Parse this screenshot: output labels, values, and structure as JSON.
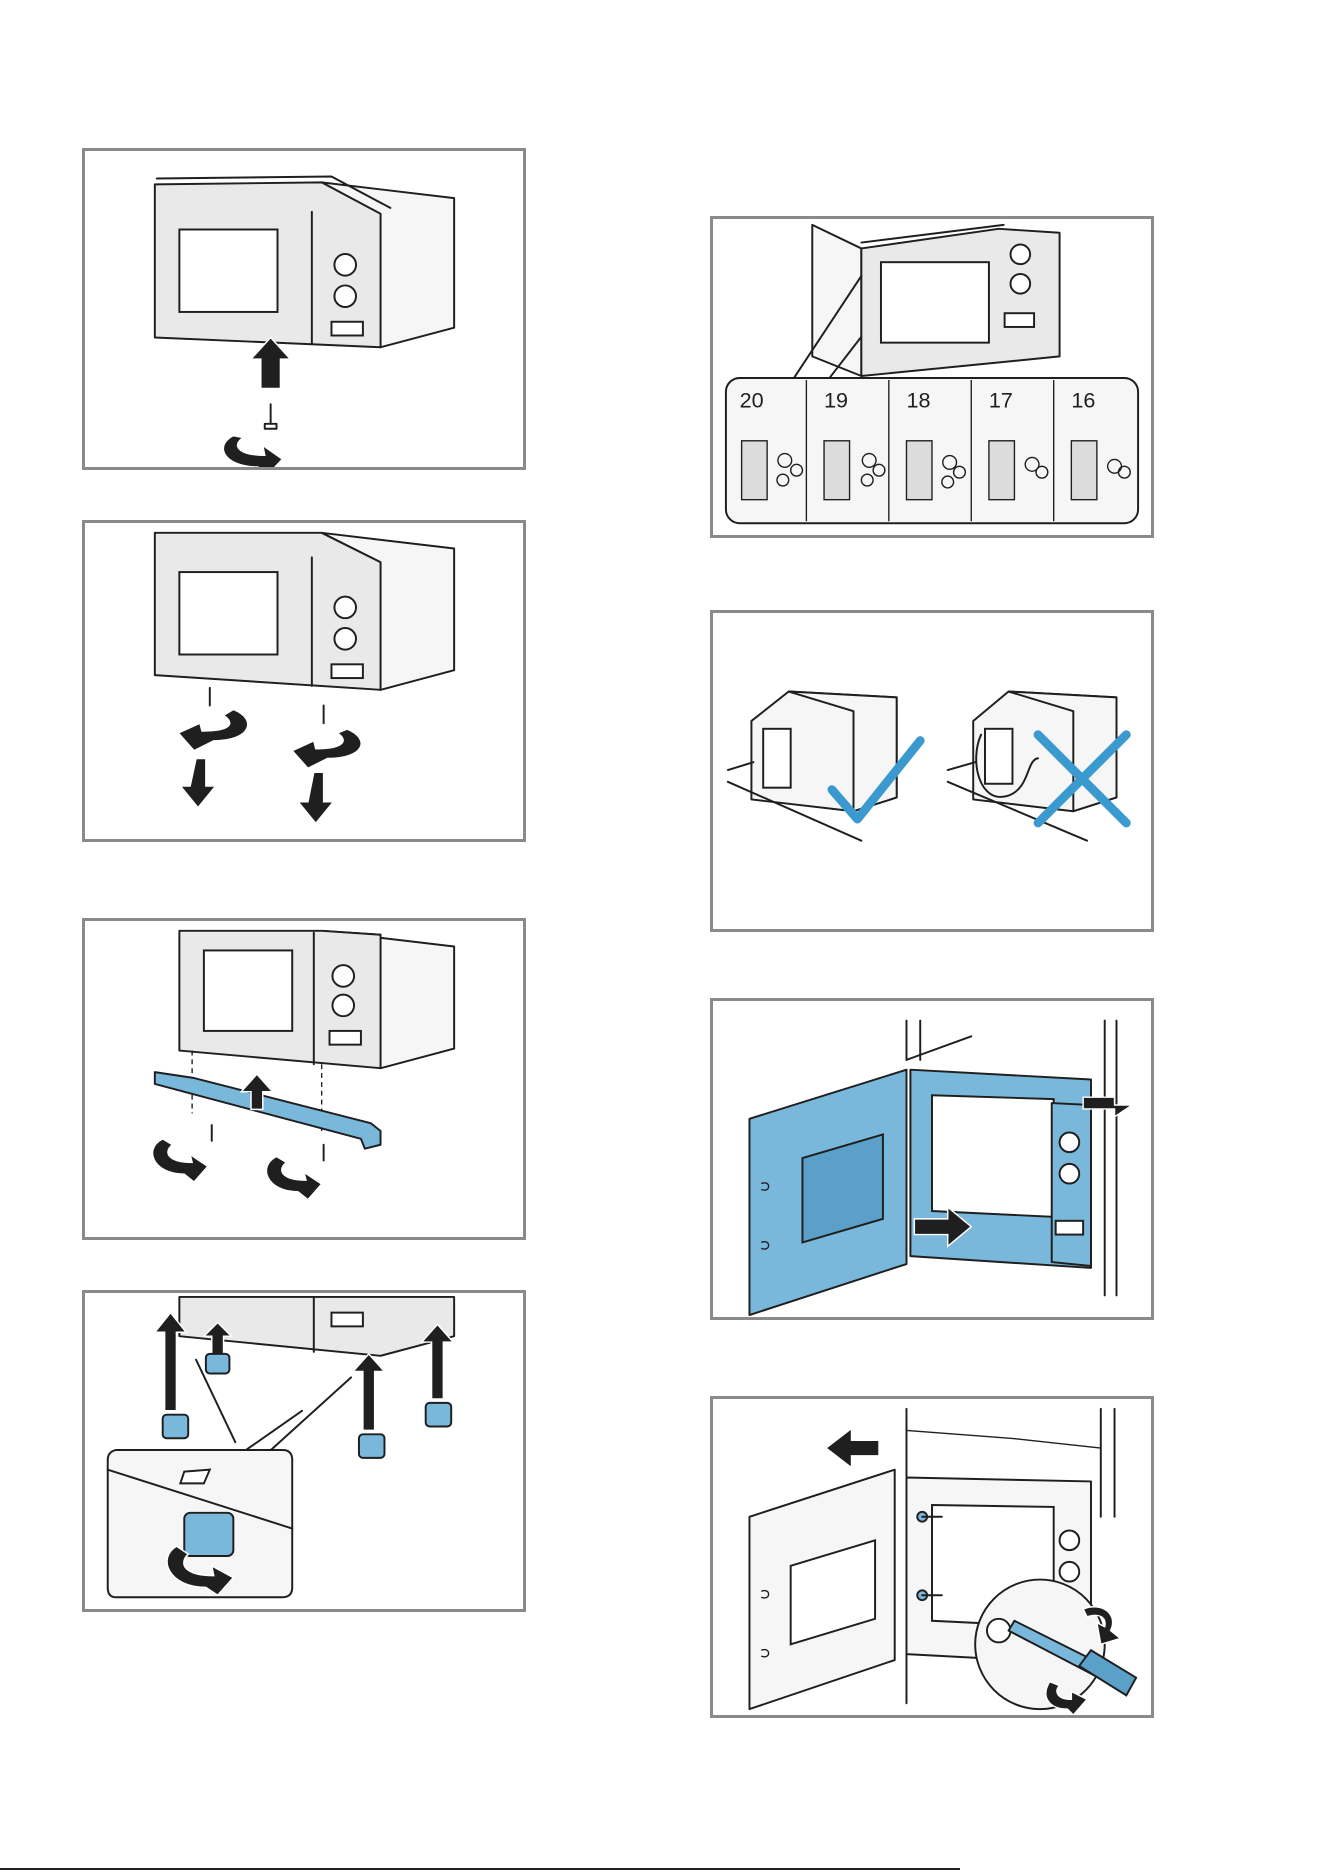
{
  "depth_labels": [
    "20",
    "19",
    "18",
    "17",
    "16"
  ],
  "colors": {
    "frame": "#8a8a8a",
    "highlight_blue": "#7ab8db",
    "check_blue": "#3a9ad0"
  },
  "icons": [
    "arrow-icon",
    "rotate-icon",
    "screw-icon",
    "checkmark-icon",
    "cross-icon",
    "screwdriver-icon"
  ]
}
